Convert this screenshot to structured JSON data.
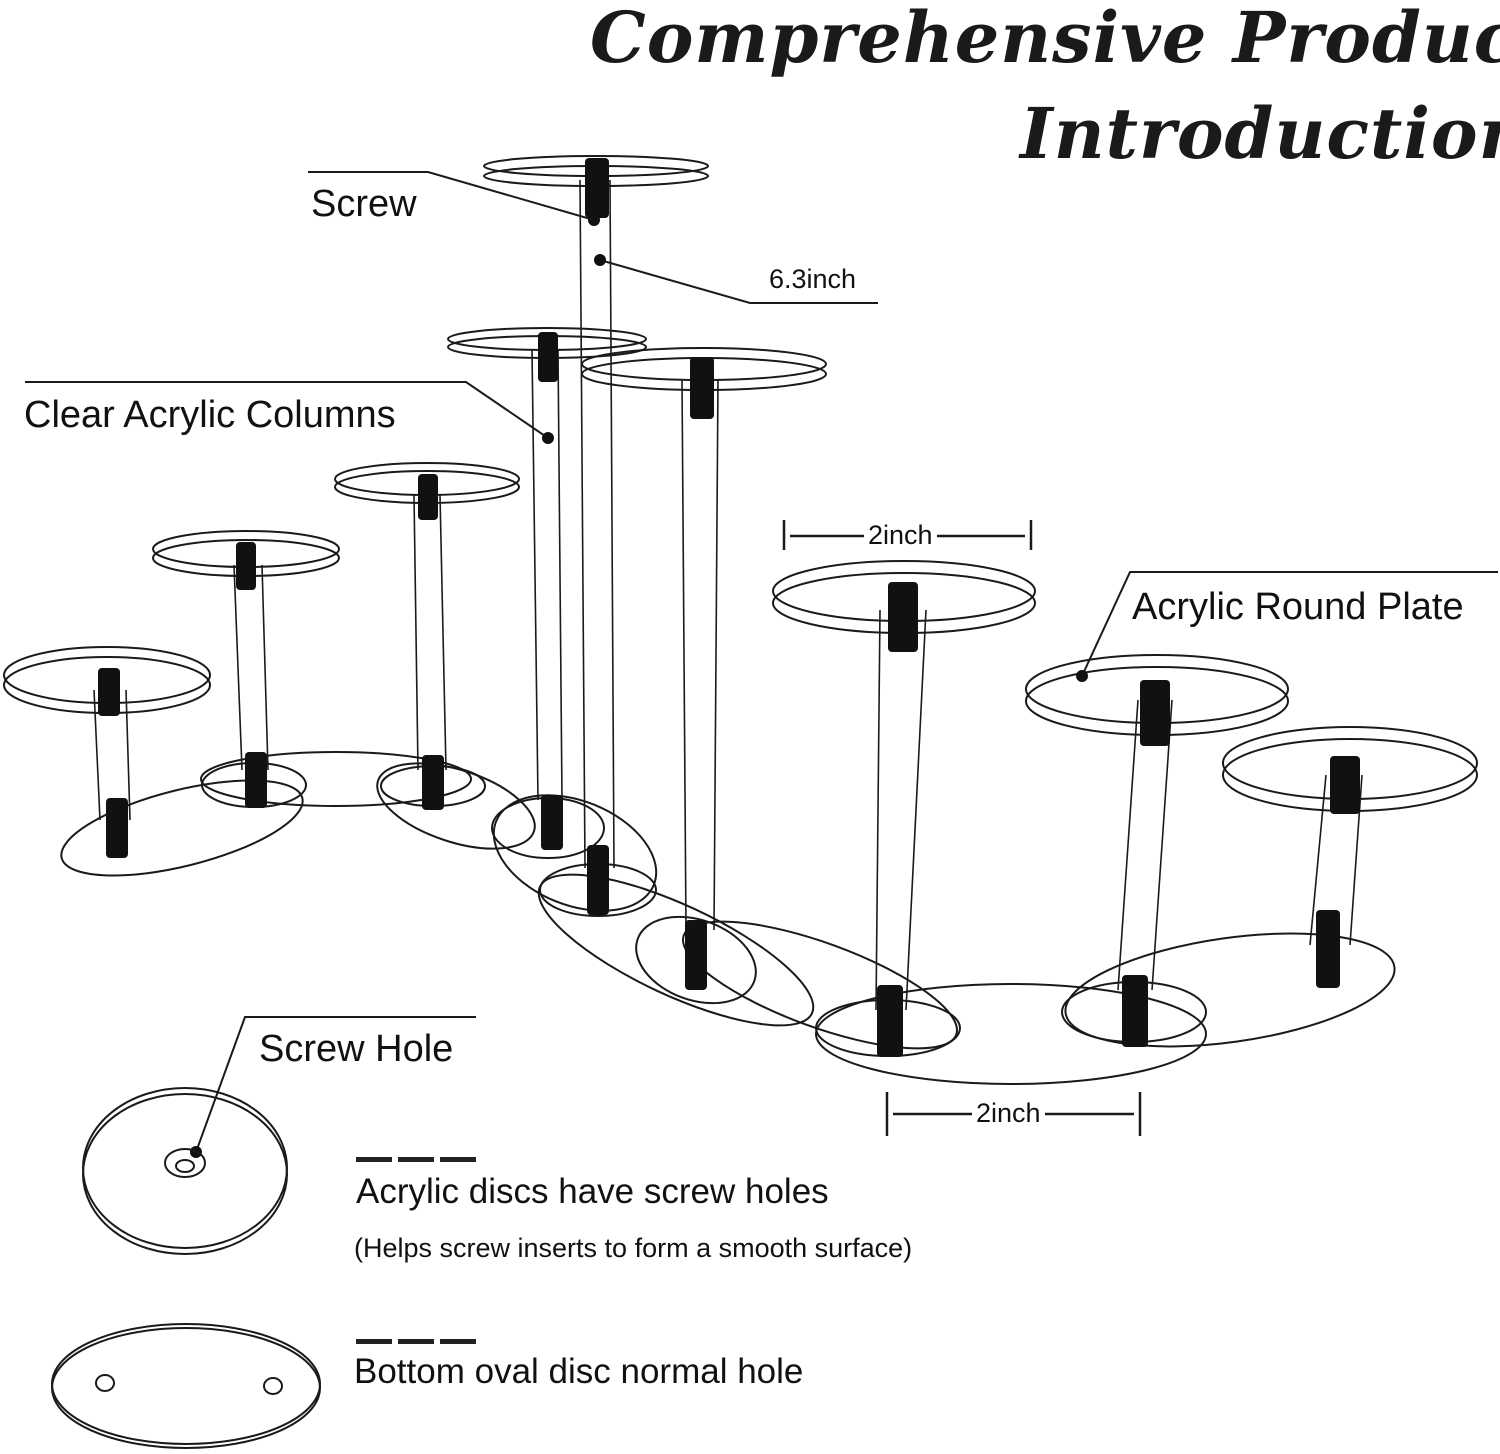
{
  "title": {
    "line1": "Comprehensive Product",
    "line2": "Introduction"
  },
  "callouts": {
    "screw": "Screw",
    "height": "6.3inch",
    "columns": "Clear Acrylic Columns",
    "plate": "Acrylic Round Plate",
    "plate_width": "2inch",
    "oval_width": "2inch",
    "screw_hole": "Screw Hole"
  },
  "notes": {
    "discs": "Acrylic discs have screw holes",
    "discs_sub": "(Helps screw inserts to form a smooth surface)",
    "oval": "Bottom oval disc normal hole"
  },
  "colors": {
    "line": "#1a1a1a",
    "screw": "#111111"
  }
}
